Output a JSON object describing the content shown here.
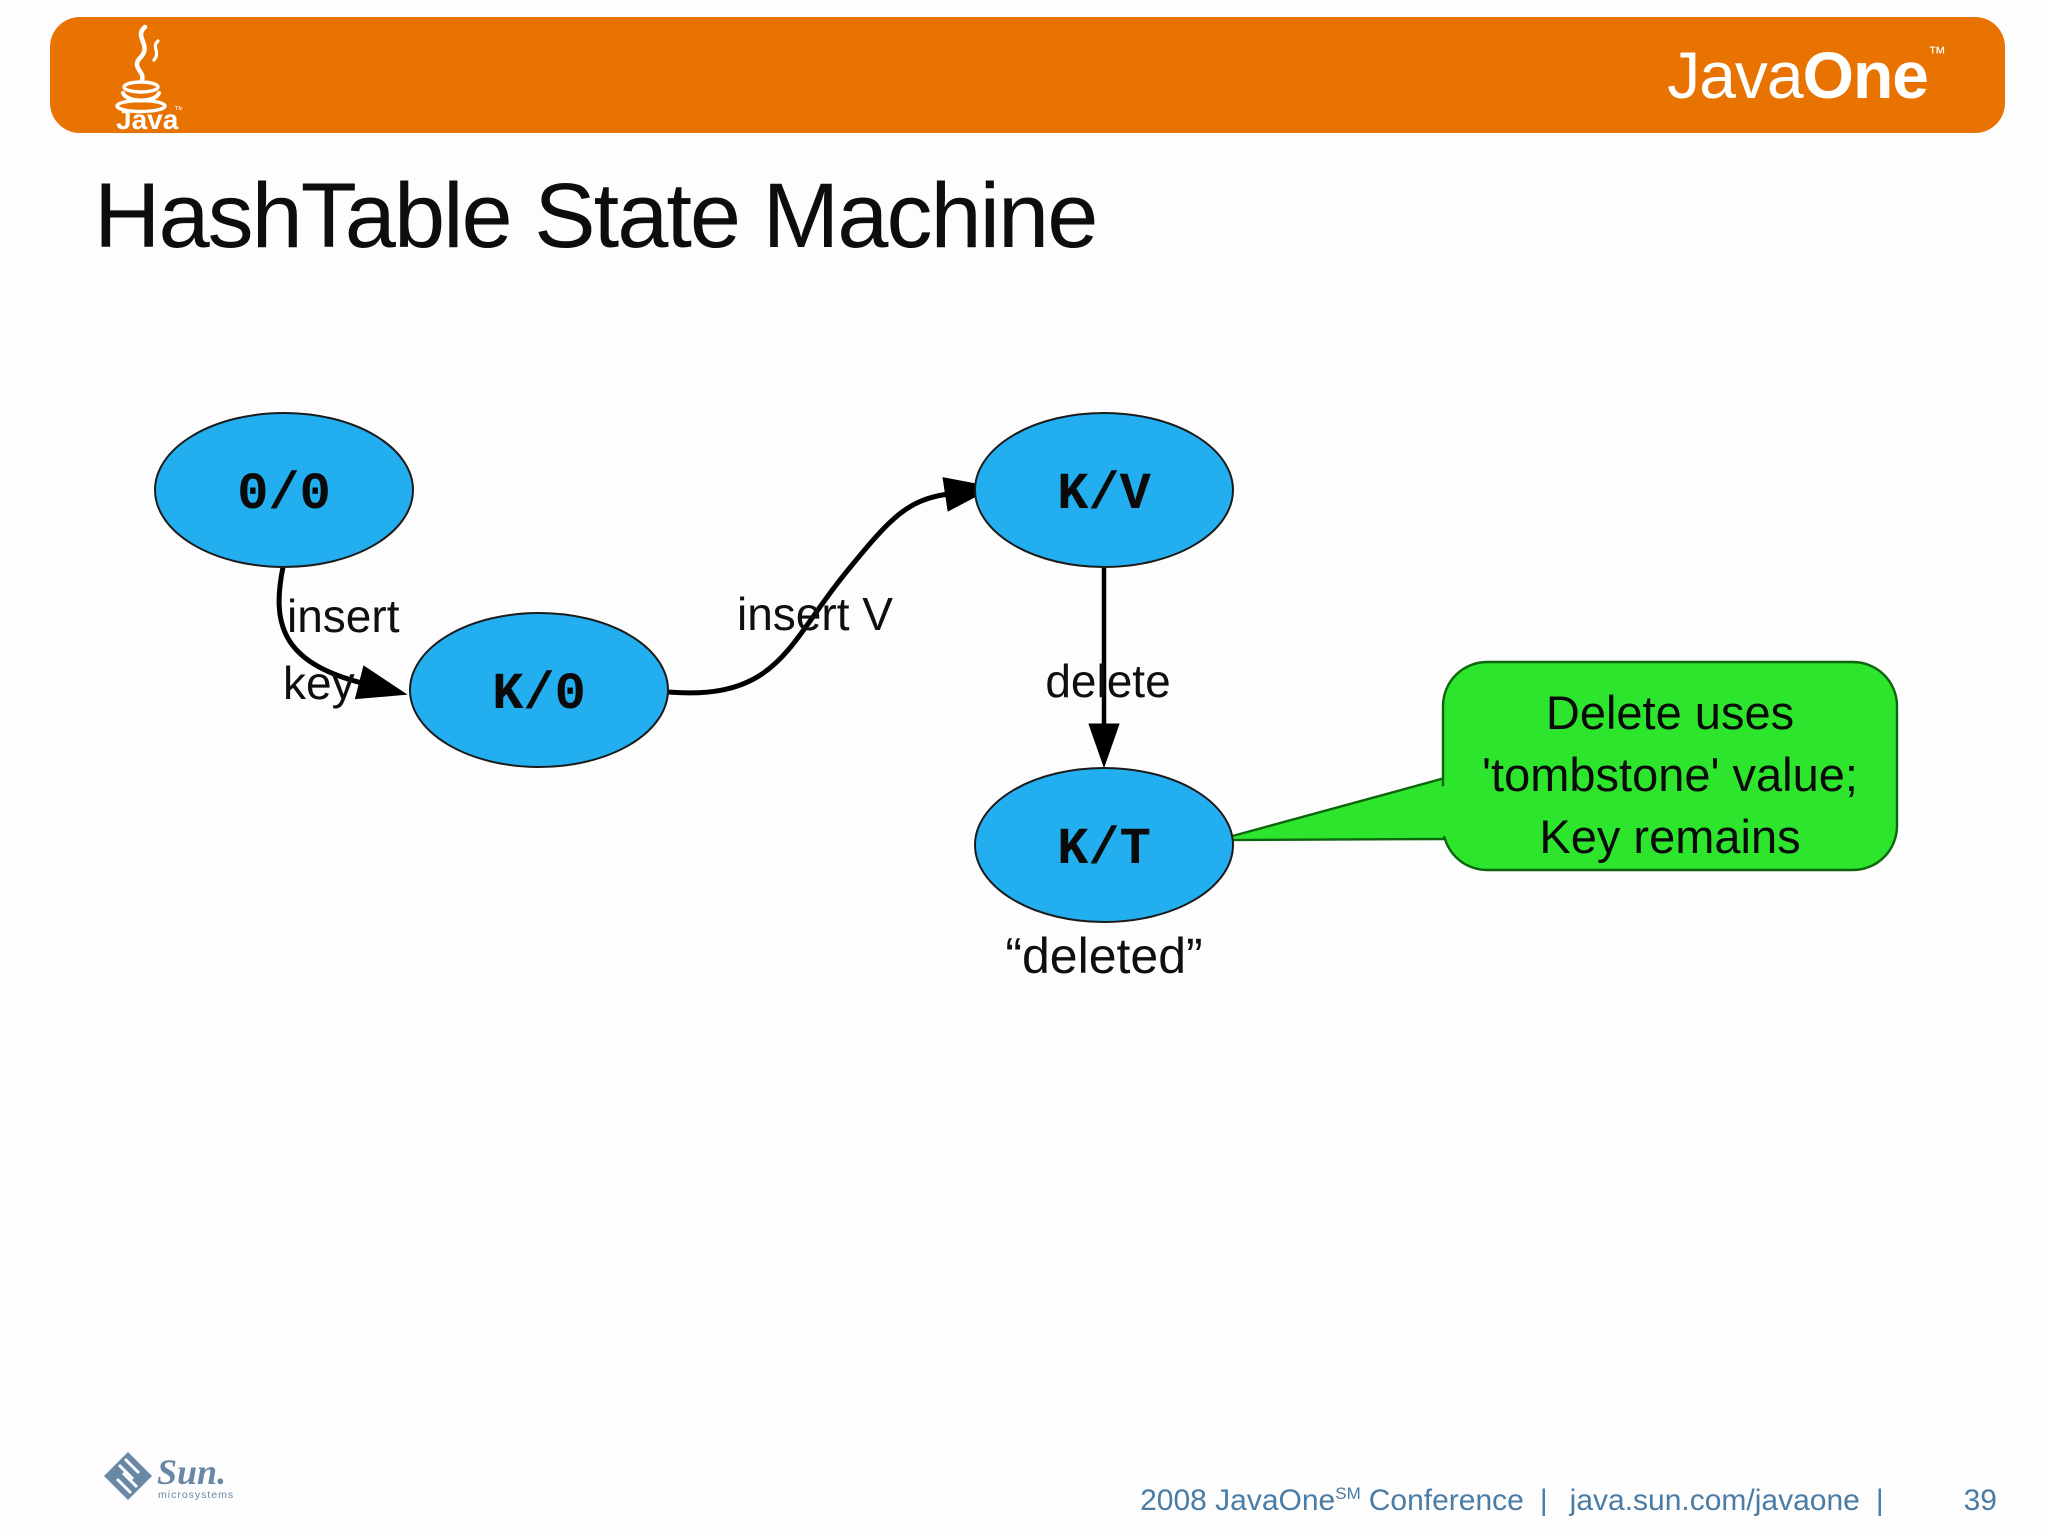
{
  "header": {
    "java_logo_label": "Java",
    "brand_java": "Java",
    "brand_one": "One",
    "brand_tm": "™"
  },
  "title": "HashTable State Machine",
  "diagram": {
    "states": [
      {
        "id": "empty",
        "label": "0/0"
      },
      {
        "id": "key-only",
        "label": "K/0"
      },
      {
        "id": "key-value",
        "label": "K/V"
      },
      {
        "id": "tombstone",
        "label": "K/T"
      }
    ],
    "edges": [
      {
        "from": "0/0",
        "to": "K/0",
        "label_lines": [
          "insert",
          "key"
        ]
      },
      {
        "from": "K/0",
        "to": "K/V",
        "label_lines": [
          "insert V"
        ]
      },
      {
        "from": "K/V",
        "to": "K/T",
        "label_lines": [
          "delete"
        ]
      }
    ],
    "state_note": "“deleted”",
    "callout": {
      "lines": [
        "Delete uses",
        "'tombstone' value;",
        "Key remains"
      ]
    },
    "colors": {
      "state_fill": "#22aeef",
      "callout_fill": "#2ee52e",
      "header_orange": "#e87300",
      "arrow_black": "#000000"
    }
  },
  "footer": {
    "sun_logo_text": "Sun.",
    "sun_logo_sub": "microsystems",
    "text": "2008 JavaOne",
    "sm": "SM",
    "conference": "Conference",
    "separator": "|",
    "url": "java.sun.com/javaone",
    "page": "39"
  }
}
